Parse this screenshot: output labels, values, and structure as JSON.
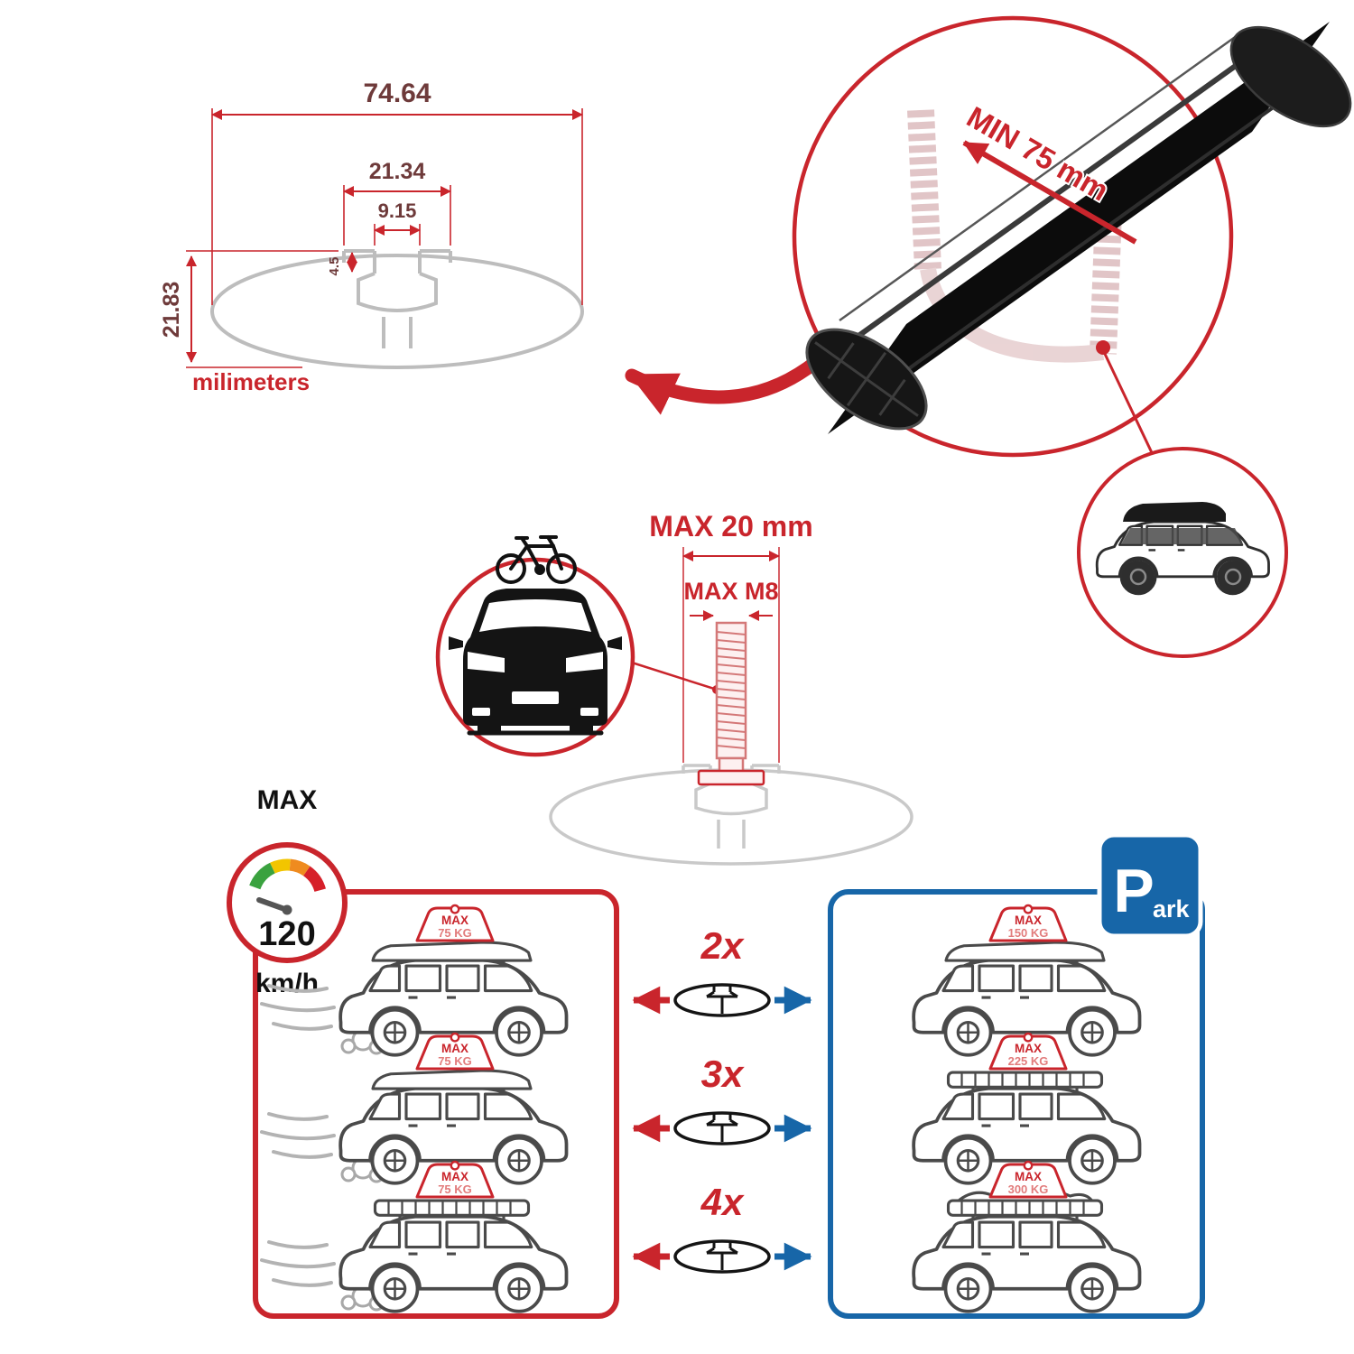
{
  "colors": {
    "accent_red": "#c9252c",
    "accent_blue": "#1766a8",
    "profile_gray": "#bdbdbd",
    "bar_black": "#0c0c0c"
  },
  "cross_section": {
    "total_width": "74.64",
    "slot_width": "21.34",
    "slot_opening": "9.15",
    "step_depth": "4.5",
    "profile_height": "21.83",
    "units_label": "milimeters"
  },
  "bar_detail": {
    "min_span_label": "MIN 75 mm"
  },
  "mounting": {
    "max_width_label": "MAX 20 mm",
    "max_bolt_label": "MAX M8"
  },
  "speed_limit": {
    "label": "MAX",
    "value": "120",
    "unit": "km/h"
  },
  "park_sign": {
    "letter": "P",
    "suffix": "ark"
  },
  "capacity": {
    "multipliers": [
      "2x",
      "3x",
      "4x"
    ],
    "driving": [
      {
        "label": "MAX",
        "value": "75 KG"
      },
      {
        "label": "MAX",
        "value": "75 KG"
      },
      {
        "label": "MAX",
        "value": "75 KG"
      }
    ],
    "parked": [
      {
        "label": "MAX",
        "value": "150 KG"
      },
      {
        "label": "MAX",
        "value": "225 KG"
      },
      {
        "label": "MAX",
        "value": "300 KG"
      }
    ]
  }
}
